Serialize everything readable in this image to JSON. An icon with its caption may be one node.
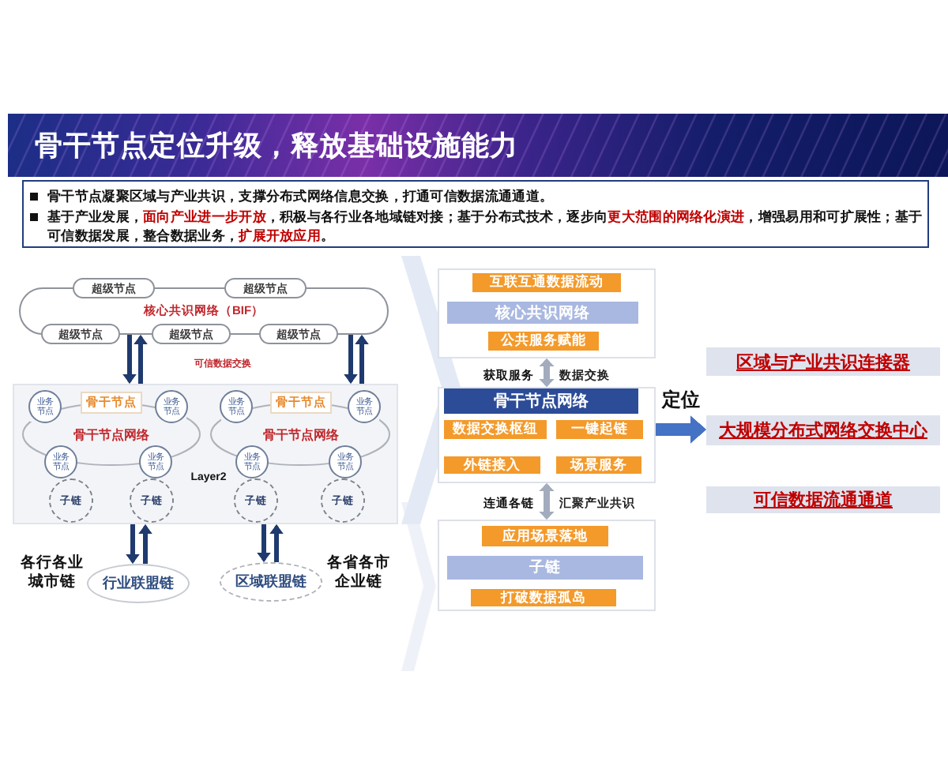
{
  "diagram": {
    "title": "骨干节点定位升级，释放基础设施能力",
    "nodes": [
      {
        "text": [
          "骨干节点凝聚区域与产业共识，支撑分布式网络信息交换，打通可信数据流通通道。",
          "基于产业发展，**面向产业进一步开放**，积极与各行业各地域链对接；基于分布式技术，逐步向**更大范围的网络化演进**，增强易用和可扩展性；基于可信数据发展，整合数据业务，**扩展开放应用**。"
        ]
      },
      {
        "text": [
          "核心共识网络（BIF）"
        ]
      },
      {
        "text": [
          "超级节点"
        ]
      },
      {
        "text": [
          "超级节点"
        ]
      },
      {
        "text": [
          "超级节点"
        ]
      },
      {
        "text": [
          "超级节点"
        ]
      },
      {
        "text": [
          "超级节点"
        ]
      },
      {
        "text": [
          "Layer2"
        ]
      },
      {
        "text": [
          "骨干节点网络"
        ],
        "in": 7
      },
      {
        "text": [
          "骨干节点"
        ],
        "in": 7
      },
      {
        "text": [
          "业务节点"
        ],
        "in": 7
      },
      {
        "text": [
          "业务节点"
        ],
        "in": 7
      },
      {
        "text": [
          "业务节点"
        ],
        "in": 7
      },
      {
        "text": [
          "业务节点"
        ],
        "in": 7
      },
      {
        "text": [
          "子链"
        ],
        "in": 7
      },
      {
        "text": [
          "子链"
        ],
        "in": 7
      },
      {
        "text": [
          "骨干节点网络"
        ],
        "in": 7
      },
      {
        "text": [
          "骨干节点"
        ],
        "in": 7
      },
      {
        "text": [
          "业务节点"
        ],
        "in": 7
      },
      {
        "text": [
          "业务节点"
        ],
        "in": 7
      },
      {
        "text": [
          "业务节点"
        ],
        "in": 7
      },
      {
        "text": [
          "业务节点"
        ],
        "in": 7
      },
      {
        "text": [
          "子链"
        ],
        "in": 7
      },
      {
        "text": [
          "子链"
        ],
        "in": 7
      },
      {
        "text": [
          "行业联盟链"
        ],
        "beside": [
          "各行各业城市链"
        ]
      },
      {
        "text": [
          "区域联盟链"
        ],
        "beside": [
          "各省各市企业链"
        ]
      },
      {
        "text": [],
        "shape": "box"
      },
      {
        "text": [
          "互联互通数据流动"
        ],
        "in": 26
      },
      {
        "text": [
          "核心共识网络"
        ],
        "in": 26
      },
      {
        "text": [
          "公共服务赋能"
        ],
        "in": 26
      },
      {
        "text": [
          "骨干节点网络"
        ]
      },
      {
        "text": [
          "数据交换枢纽"
        ],
        "in": 30
      },
      {
        "text": [
          "一键起链"
        ],
        "in": 30
      },
      {
        "text": [
          "外链接入"
        ],
        "in": 30
      },
      {
        "text": [
          "场景服务"
        ],
        "in": 30
      },
      {
        "text": [],
        "shape": "box"
      },
      {
        "text": [
          "应用场景落地"
        ],
        "in": 35
      },
      {
        "text": [
          "子链"
        ],
        "in": 35
      },
      {
        "text": [
          "打破数据孤岛"
        ],
        "in": 35
      },
      {
        "text": [
          "区域与产业共识连接器"
        ]
      },
      {
        "text": [
          "大规模分布式网络交换中心"
        ]
      },
      {
        "text": [
          "可信数据流通通道"
        ]
      }
    ],
    "edges": [
      {
        "from": 1,
        "to": 7,
        "arrow": "to"
      },
      {
        "from": 7,
        "to": 1,
        "arrow": "to"
      },
      {
        "from": 1,
        "to": 7,
        "arrow": "to"
      },
      {
        "from": 7,
        "to": 1,
        "arrow": "to"
      },
      {
        "from": 7,
        "to": 24,
        "arrow": "to"
      },
      {
        "from": 24,
        "to": 7,
        "arrow": "to"
      },
      {
        "from": 7,
        "to": 25,
        "arrow": "to"
      },
      {
        "from": 25,
        "to": 7,
        "arrow": "to"
      },
      {
        "from": 26,
        "to": 30,
        "arrow": "both",
        "label": "获取服务",
        "color": "#a3acbd"
      },
      {
        "from": 30,
        "to": 35,
        "arrow": "both",
        "label": "连通各链",
        "color": "#a3acbd"
      },
      {
        "from": 30,
        "to": 40,
        "arrow": "to",
        "label": "定位",
        "style": "thick",
        "color": "#4472c4"
      }
    ],
    "labels": [
      "可信数据交换",
      "数据交换",
      "汇聚产业共识"
    ]
  }
}
